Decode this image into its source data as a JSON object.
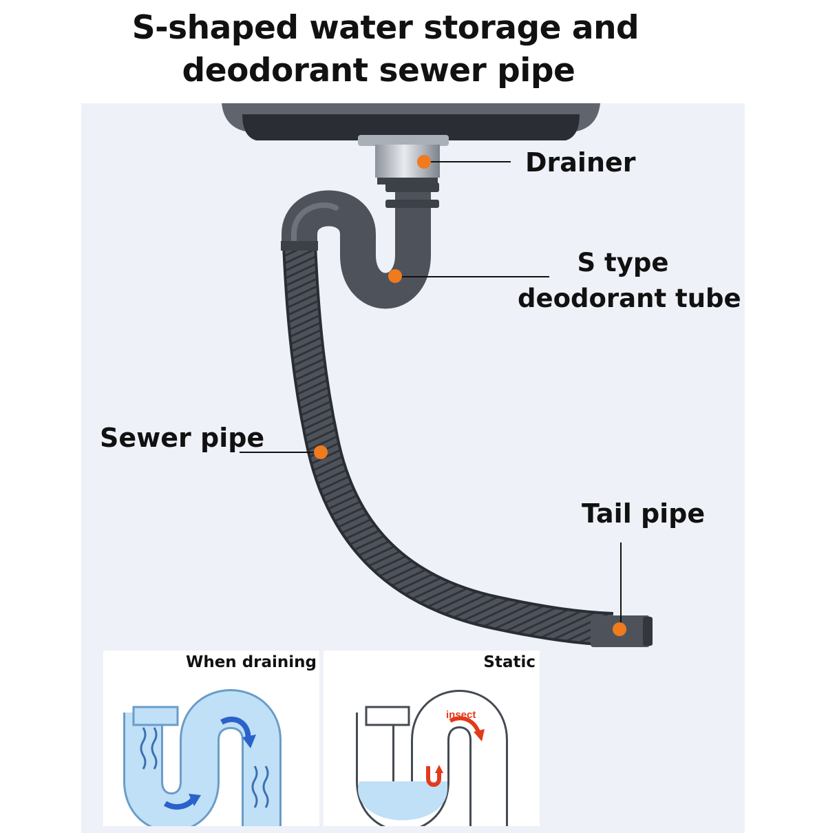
{
  "title": {
    "line1": "S-shaped water storage and",
    "line2": "deodorant sewer pipe"
  },
  "callouts": {
    "drainer": "Drainer",
    "s_type_line1": "S type",
    "s_type_line2": "deodorant tube",
    "sewer_pipe": "Sewer pipe",
    "tail_pipe": "Tail pipe"
  },
  "insets": {
    "draining": {
      "label": "When draining"
    },
    "static": {
      "label": "Static",
      "insect_label": "insect"
    }
  },
  "colors": {
    "pipe": "#4e535b",
    "marker": "#f07a1e",
    "water": "#bfe0f6",
    "flow_arrow": "#2b62c9",
    "insect_arrow": "#e23a1a"
  }
}
